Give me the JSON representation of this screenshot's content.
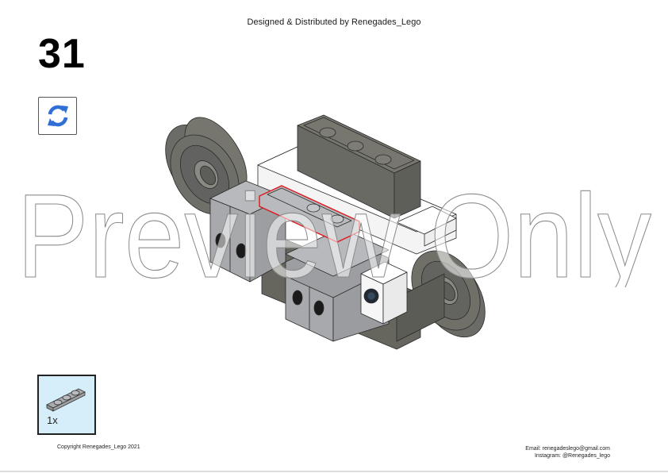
{
  "header": {
    "credit": "Designed & Distributed by Renegades_Lego"
  },
  "step": {
    "number": "31"
  },
  "rotate_indicator": {
    "icon": "rotate-arrows-icon",
    "color": "#2f6fd6"
  },
  "watermark": {
    "text": "Preview Only"
  },
  "parts_list": {
    "background": "#d6eefa",
    "items": [
      {
        "part": "plate-1x3-light-bluish-gray",
        "quantity": "1x"
      }
    ]
  },
  "model": {
    "colors": {
      "dark_gray": "#6b6b67",
      "light_gray": "#a9abae",
      "white": "#ffffff",
      "highlight": "#e0161b"
    }
  },
  "footer": {
    "copyright": "Copyright Renegades_Lego 2021",
    "email": "Email: renegadeslego@gmail.com",
    "instagram": "Instagram: @Renegades_lego"
  }
}
